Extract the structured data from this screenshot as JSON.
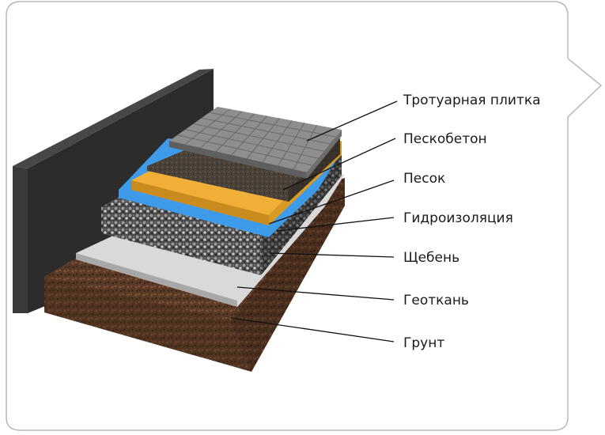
{
  "layers": [
    {
      "label": "Тротуарная плитка"
    },
    {
      "label": "Пескобетон"
    },
    {
      "label": "Песок"
    },
    {
      "label": "Гидроизоляция"
    },
    {
      "label": "Щебень"
    },
    {
      "label": "Геоткань"
    },
    {
      "label": "Грунт"
    }
  ],
  "colors": {
    "frame": "#b9b9b9",
    "wall": "#2b2b2b",
    "tile": "#8e8e8e",
    "sand_concrete": "#4a4138",
    "sand": "#f0b038",
    "waterproofing": "#3d9be9",
    "gravel": "#5a5a5a",
    "geotextile": "#d9d9d9",
    "soil": "#5a3a26",
    "leader": "#111111",
    "label": "#1a1a1a"
  }
}
